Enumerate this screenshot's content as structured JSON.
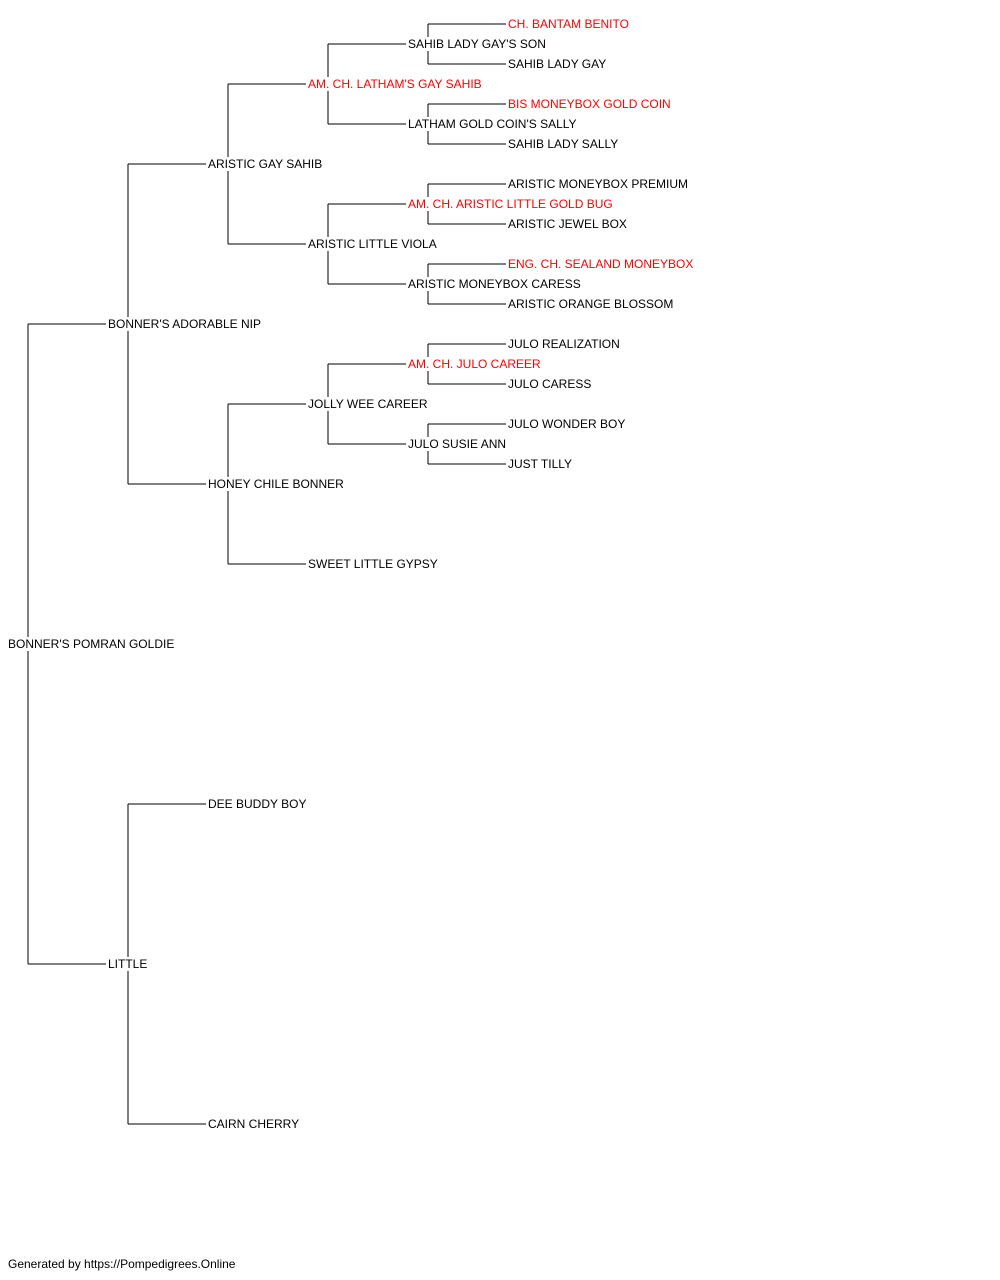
{
  "colors": {
    "line": "#000000",
    "text": "#000000",
    "champion": "#ff0000"
  },
  "pedigree": {
    "name": "BONNER'S POMRAN GOLDIE",
    "sire": {
      "name": "BONNER'S ADORABLE NIP",
      "sire": {
        "name": "ARISTIC GAY SAHIB",
        "sire": {
          "name": "AM. CH. LATHAM'S GAY SAHIB",
          "champion": true,
          "sire": {
            "name": "SAHIB LADY GAY'S SON",
            "sire": {
              "name": "CH. BANTAM BENITO",
              "champion": true
            },
            "dam": {
              "name": "SAHIB LADY GAY"
            }
          },
          "dam": {
            "name": "LATHAM GOLD COIN'S SALLY",
            "sire": {
              "name": "BIS MONEYBOX GOLD COIN",
              "champion": true
            },
            "dam": {
              "name": "SAHIB LADY SALLY"
            }
          }
        },
        "dam": {
          "name": "ARISTIC LITTLE VIOLA",
          "sire": {
            "name": "AM. CH. ARISTIC LITTLE GOLD BUG",
            "champion": true,
            "sire": {
              "name": "ARISTIC MONEYBOX PREMIUM"
            },
            "dam": {
              "name": "ARISTIC JEWEL BOX"
            }
          },
          "dam": {
            "name": "ARISTIC MONEYBOX CARESS",
            "sire": {
              "name": "ENG. CH. SEALAND MONEYBOX",
              "champion": true
            },
            "dam": {
              "name": "ARISTIC ORANGE BLOSSOM"
            }
          }
        }
      },
      "dam": {
        "name": "HONEY CHILE BONNER",
        "sire": {
          "name": "JOLLY WEE CAREER",
          "sire": {
            "name": "AM. CH. JULO CAREER",
            "champion": true,
            "sire": {
              "name": "JULO REALIZATION"
            },
            "dam": {
              "name": "JULO CARESS"
            }
          },
          "dam": {
            "name": "JULO SUSIE ANN",
            "sire": {
              "name": "JULO WONDER BOY"
            },
            "dam": {
              "name": "JUST TILLY"
            }
          }
        },
        "dam": {
          "name": "SWEET LITTLE GYPSY"
        }
      }
    },
    "dam": {
      "name": "LITTLE",
      "sire": {
        "name": "DEE BUDDY BOY"
      },
      "dam": {
        "name": "CAIRN CHERRY"
      }
    }
  },
  "footer": "Generated by https://Pompedigrees.Online"
}
